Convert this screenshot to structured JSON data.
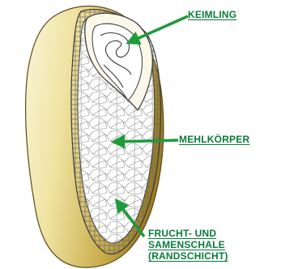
{
  "labels": {
    "keimling": "KEIMLING",
    "mehlkoerper": "MEHLKÖRPER",
    "schale_line1": "FRUCHT- UND",
    "schale_line2": "SAMENSCHALE",
    "schale_line3": "(RANDSCHICHT)"
  },
  "colors": {
    "label": "#0a7a3a",
    "arrow": "#1f9a3c",
    "hull_light": "#f4eec4",
    "hull_dark": "#a2862c",
    "endosperm": "#ffffff",
    "outline": "#3a3a3a"
  }
}
